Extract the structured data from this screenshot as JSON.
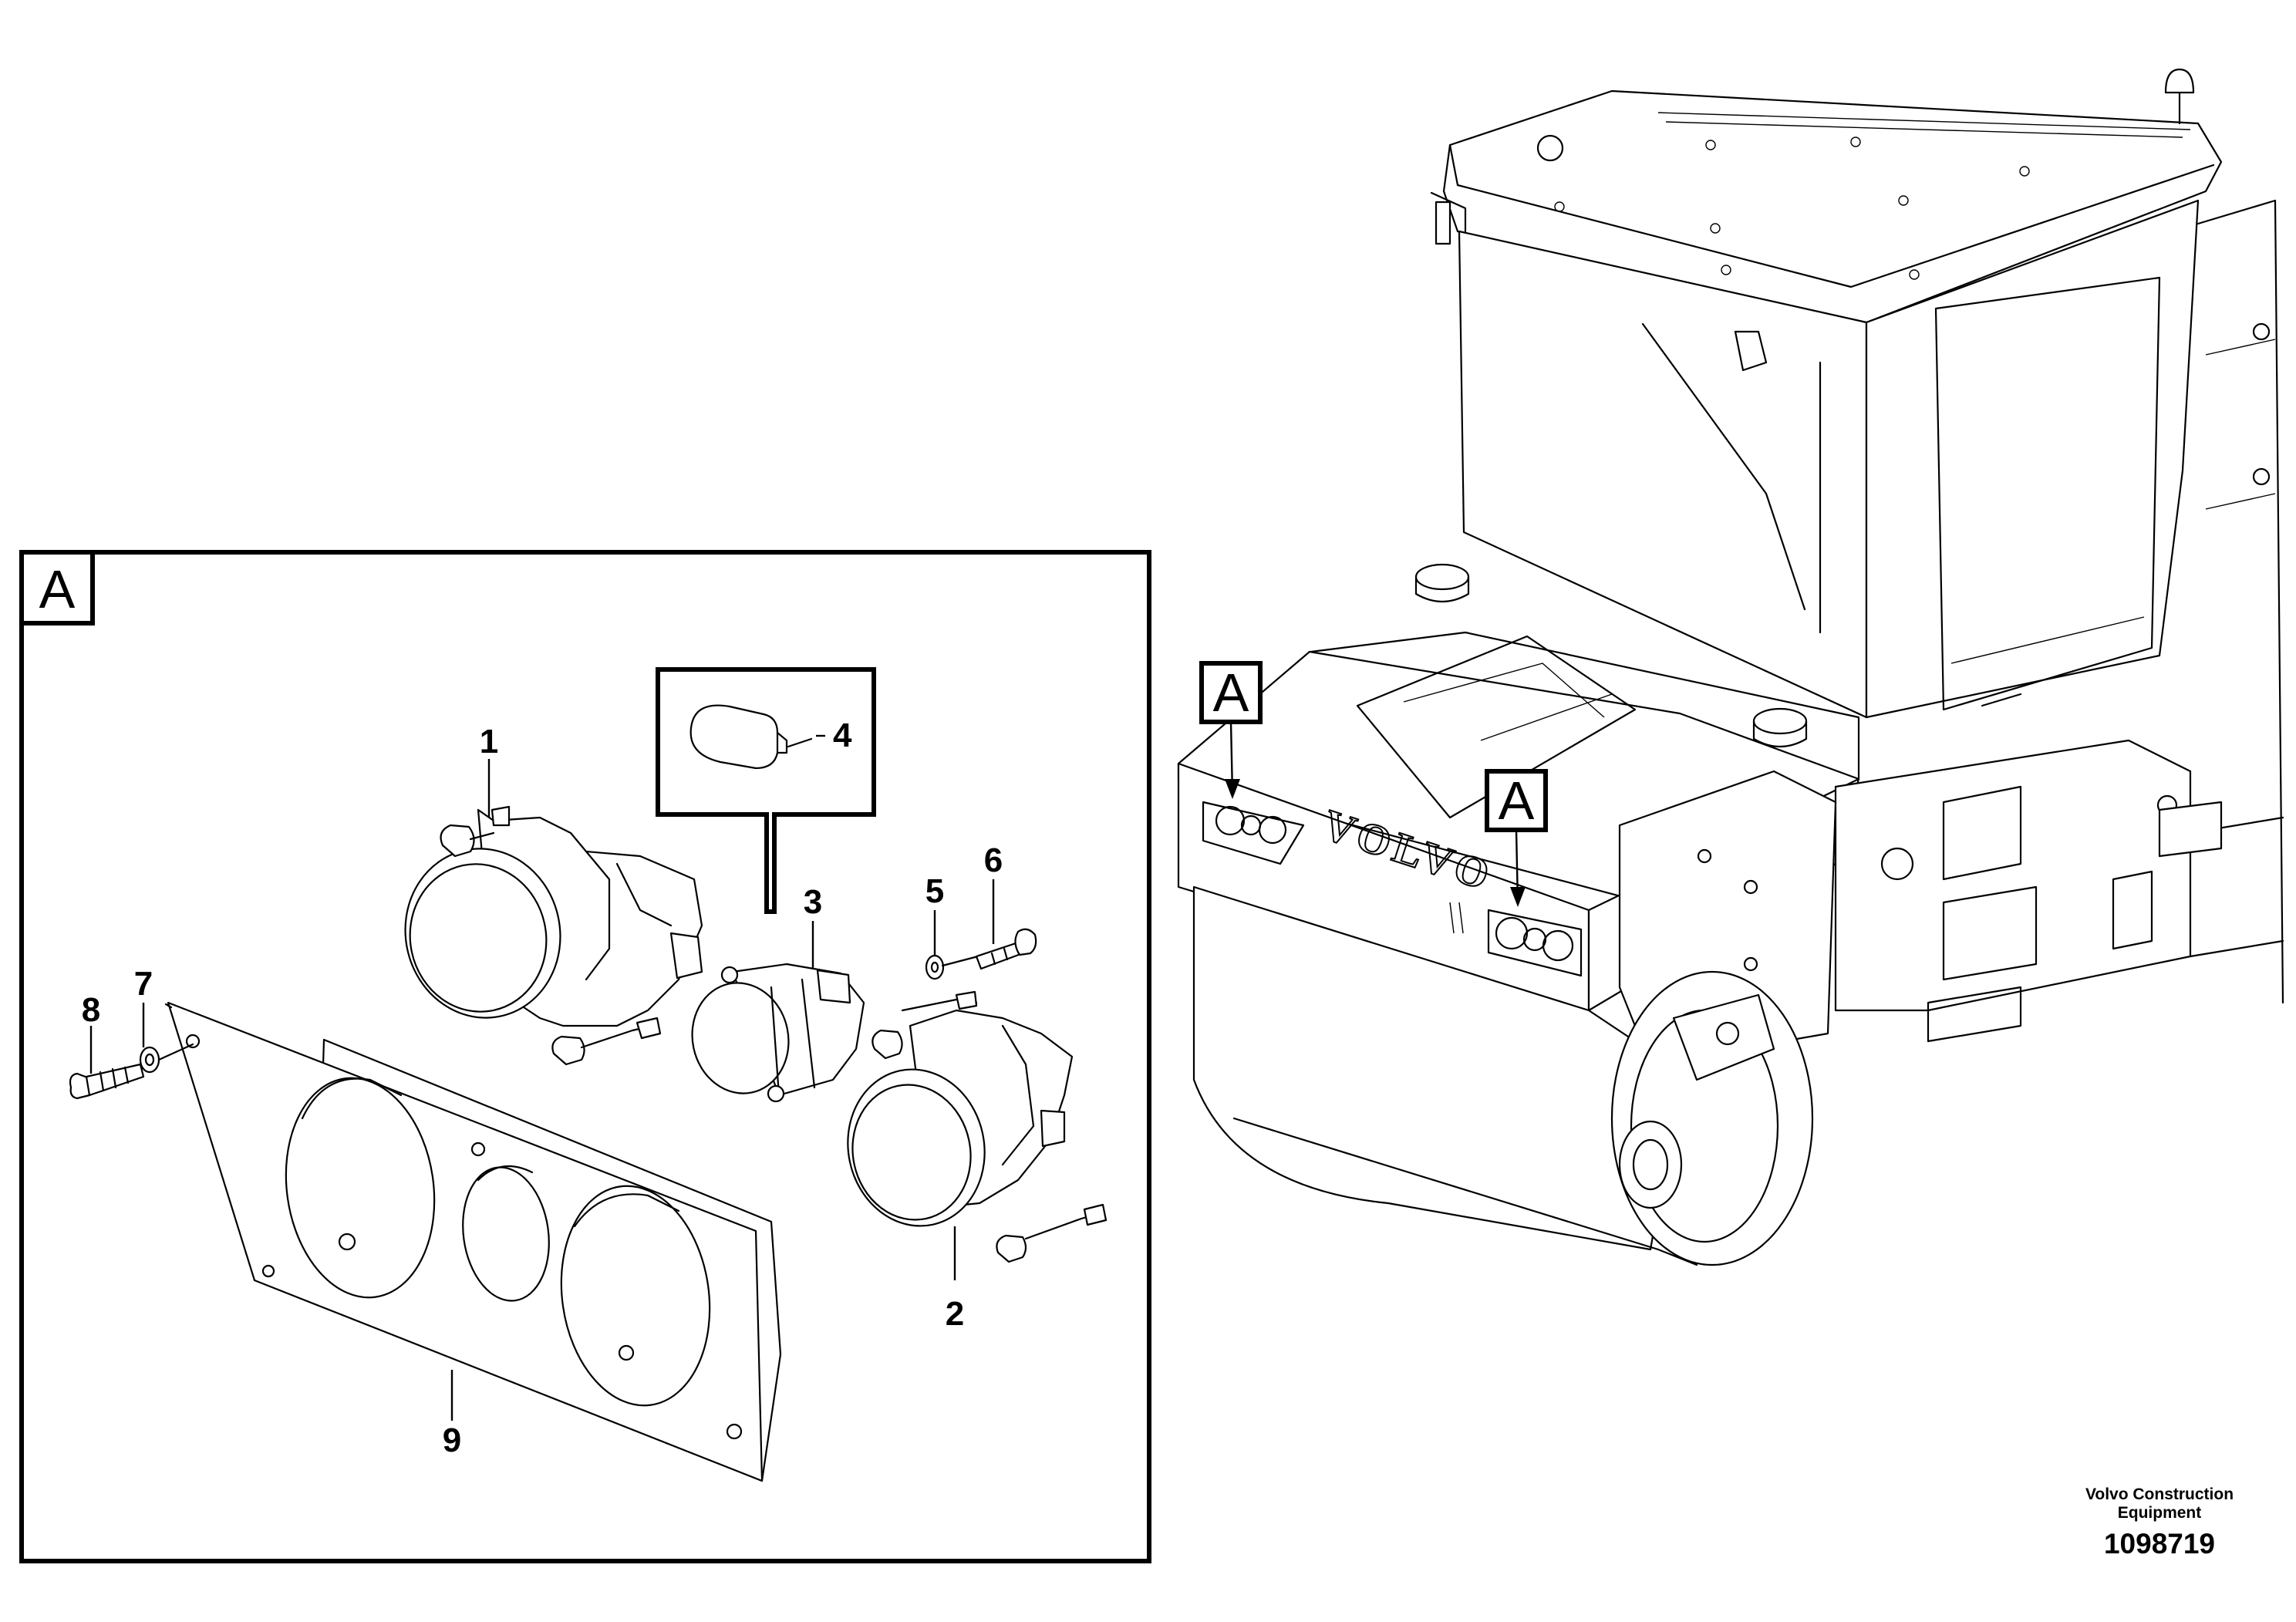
{
  "detail": {
    "label": "A",
    "callouts": [
      "1",
      "2",
      "3",
      "4",
      "5",
      "6",
      "7",
      "8",
      "9"
    ]
  },
  "machine": {
    "logo_text": "VOLVO",
    "view_markers": [
      "A",
      "A"
    ]
  },
  "credit": {
    "line1": "Volvo Construction",
    "line2": "Equipment",
    "drawing_number": "1098719"
  }
}
